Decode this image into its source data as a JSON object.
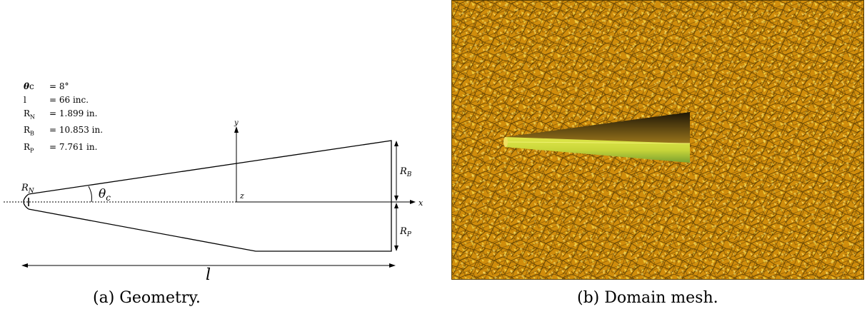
{
  "panel_a": {
    "caption": "(a) Geometry.",
    "parameters": [
      {
        "key": "θc",
        "value": "= 8°"
      },
      {
        "key": "l",
        "value": "= 66 inc."
      },
      {
        "key": "RN",
        "value": "= 1.899 in."
      },
      {
        "key": "RB",
        "value": "= 10.853 in."
      },
      {
        "key": "RP",
        "value": "= 7.761 in."
      }
    ],
    "labels": {
      "y_axis": "y",
      "x_axis": "x",
      "z_axis": "z",
      "nose_radius": "RN",
      "base_radius": "RB",
      "panel_radius": "RP",
      "cone_angle": "θc",
      "length": "l"
    }
  },
  "panel_b": {
    "caption": "(b) Domain mesh."
  },
  "colors": {
    "mesh_base": "#d79a10",
    "mesh_dark": "#6b4a05",
    "mesh_light": "#f2d040",
    "cone_top": "#3a2a0a",
    "cone_bottom": "#d8e040"
  }
}
